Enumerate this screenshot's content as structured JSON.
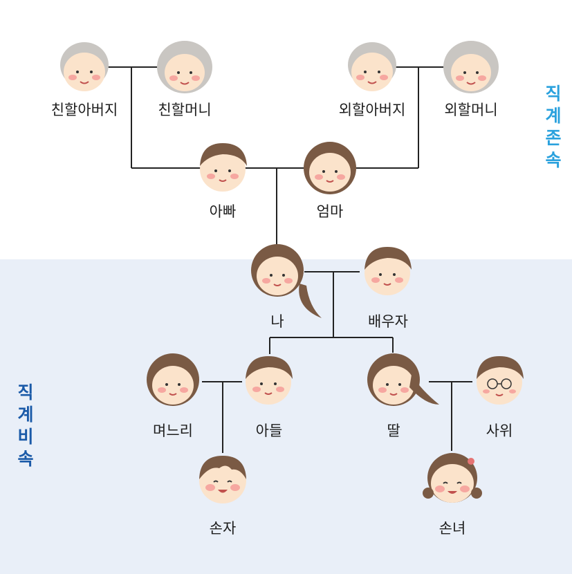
{
  "labels": {
    "paternal_grandfather": "친할아버지",
    "paternal_grandmother": "친할머니",
    "maternal_grandfather": "외할아버지",
    "maternal_grandmother": "외할머니",
    "father": "아빠",
    "mother": "엄마",
    "me": "나",
    "spouse": "배우자",
    "daughter_in_law": "며느리",
    "son": "아들",
    "daughter": "딸",
    "son_in_law": "사위",
    "grandson": "손자",
    "granddaughter": "손녀"
  },
  "side_labels": {
    "ascendants": [
      "직",
      "계",
      "존",
      "속"
    ],
    "descendants": [
      "직",
      "계",
      "비",
      "속"
    ]
  },
  "colors": {
    "ascendants_label": "#2aa1dd",
    "descendants_label": "#1a5aa8",
    "lower_background": "#e9eff8",
    "line": "#222222",
    "skin": "#fbe3cb",
    "hair_brown": "#7a5a44",
    "hair_gray": "#c9c6c2",
    "cheek": "#f6a7a0"
  },
  "icons": {
    "elder_male": "grandfather-face-icon",
    "elder_female": "grandmother-face-icon",
    "male": "man-face-icon",
    "female": "woman-face-icon",
    "child": "child-face-icon"
  }
}
